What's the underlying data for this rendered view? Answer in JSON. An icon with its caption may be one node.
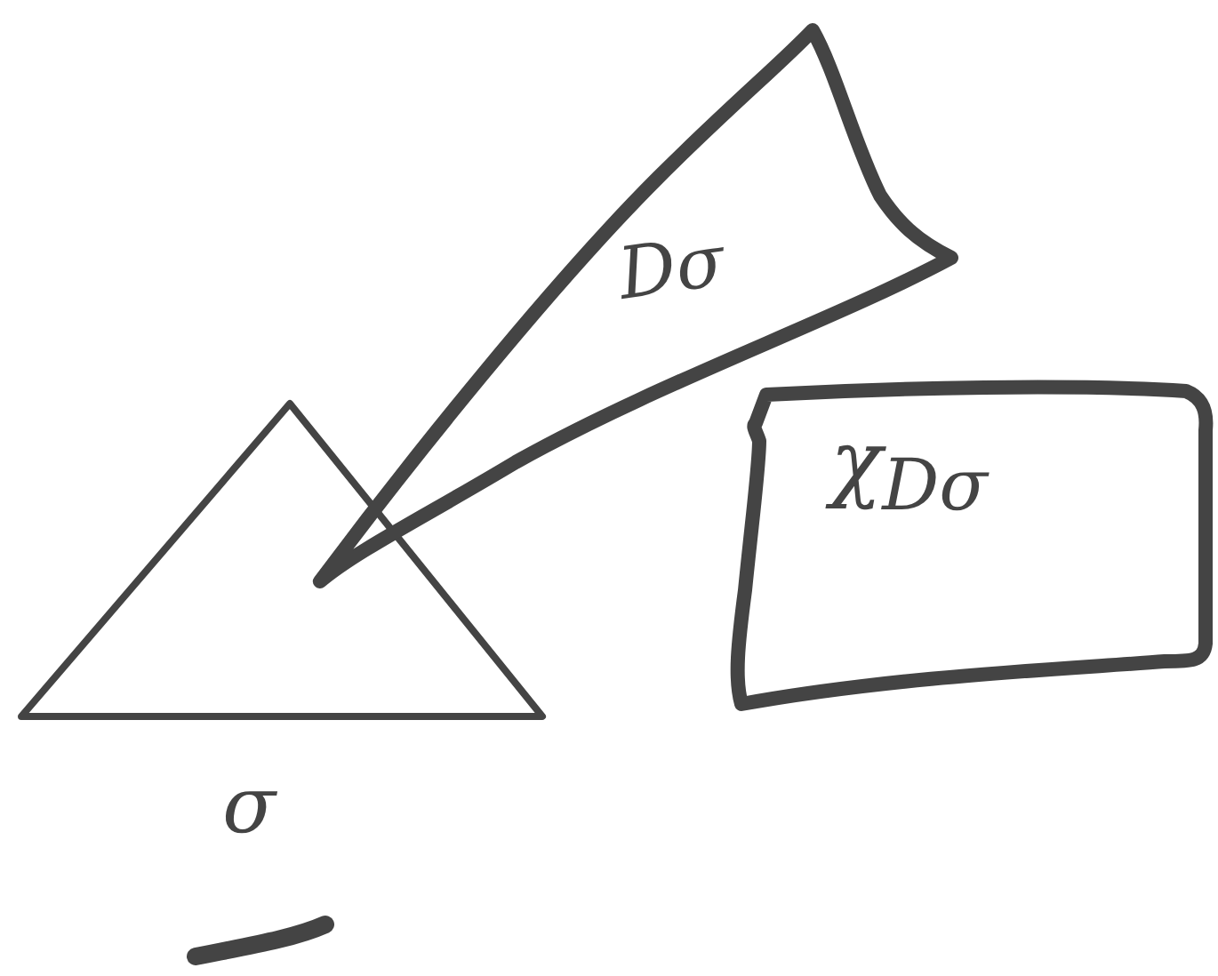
{
  "diagram": {
    "nodes": [
      {
        "text": [],
        "shape": "triangle",
        "beside": [
          "σ"
        ]
      },
      {
        "text": [
          "Dσ"
        ]
      },
      {
        "text": [
          "χ$_{Dσ}$"
        ]
      }
    ]
  }
}
